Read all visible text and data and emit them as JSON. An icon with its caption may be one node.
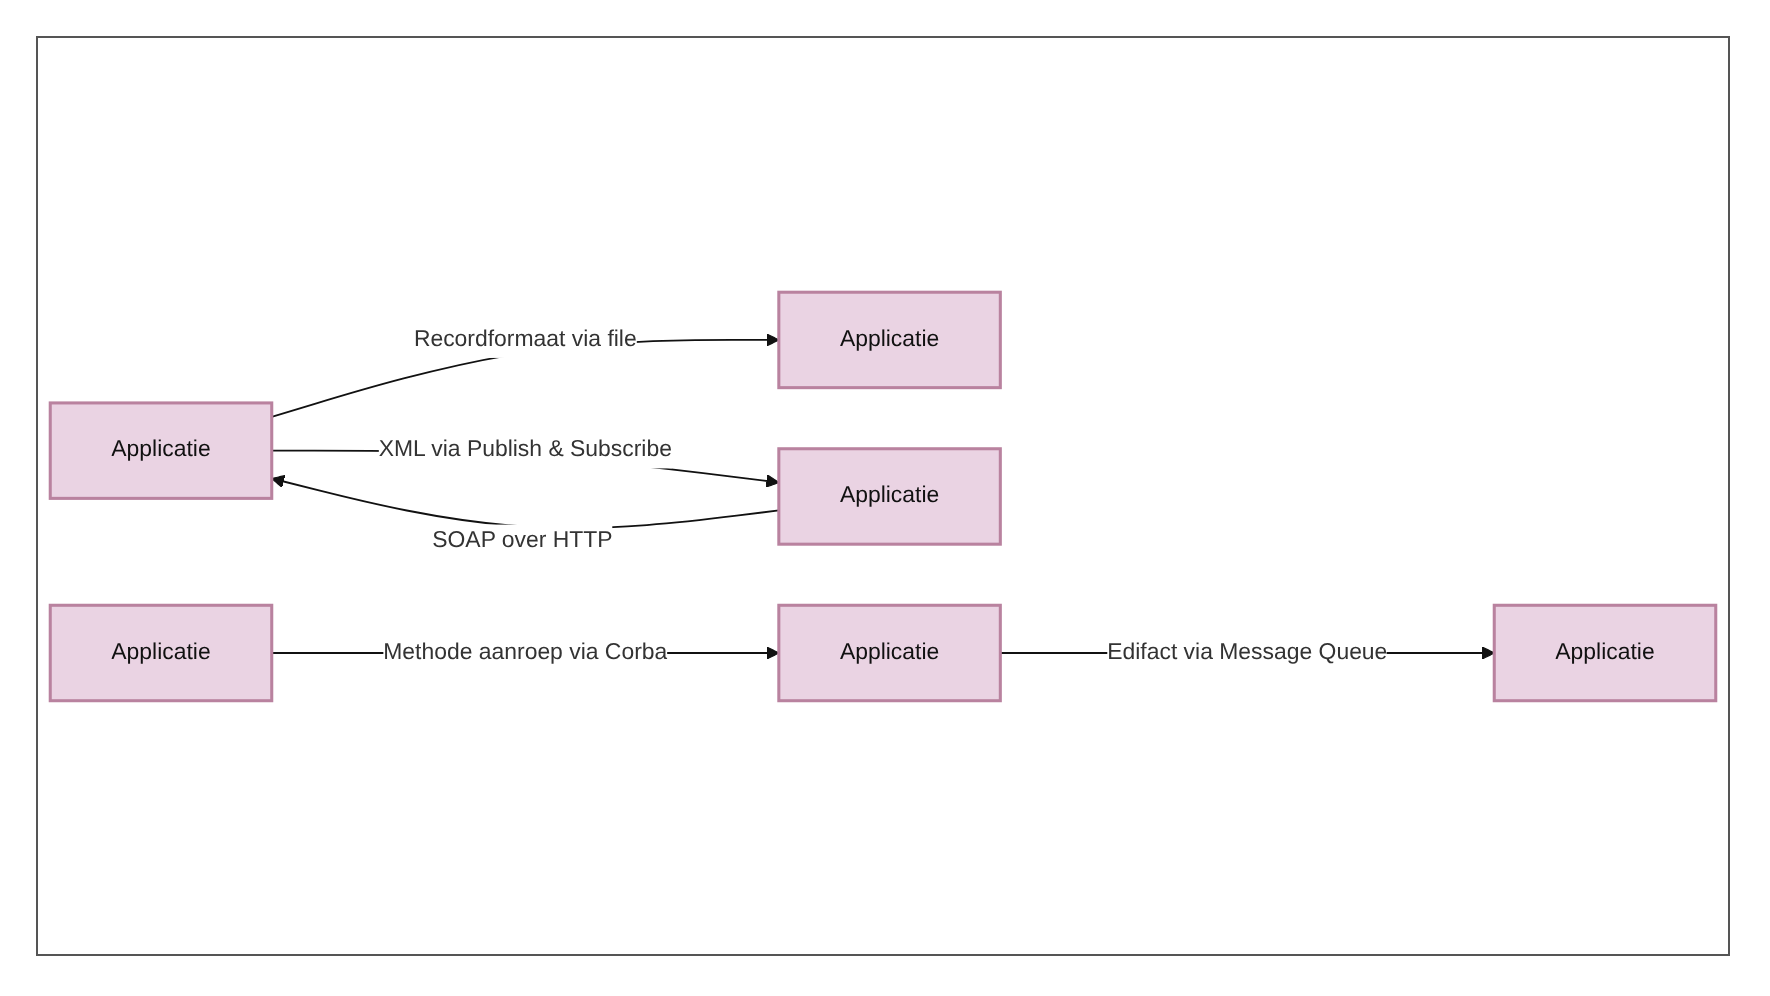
{
  "diagram": {
    "nodes": [
      {
        "text": [
          "Applicatie"
        ]
      },
      {
        "text": [
          "Applicatie"
        ]
      },
      {
        "text": [
          "Applicatie"
        ]
      },
      {
        "text": [
          "Applicatie"
        ]
      },
      {
        "text": [
          "Applicatie"
        ]
      },
      {
        "text": [
          "Applicatie"
        ]
      }
    ],
    "edges": [
      {
        "from": 0,
        "to": 1,
        "arrow": "to",
        "label": "Recordformaat via file"
      },
      {
        "from": 2,
        "to": 0,
        "arrow": "to",
        "label": "SOAP over HTTP"
      },
      {
        "from": 0,
        "to": 2,
        "arrow": "to",
        "label": "XML via Publish & Subscribe"
      },
      {
        "from": 4,
        "to": 3,
        "arrow": "to",
        "label": "Methode aanroep via Corba"
      },
      {
        "from": 3,
        "to": 5,
        "arrow": "to",
        "label": "Edifact via Message Queue"
      }
    ]
  }
}
